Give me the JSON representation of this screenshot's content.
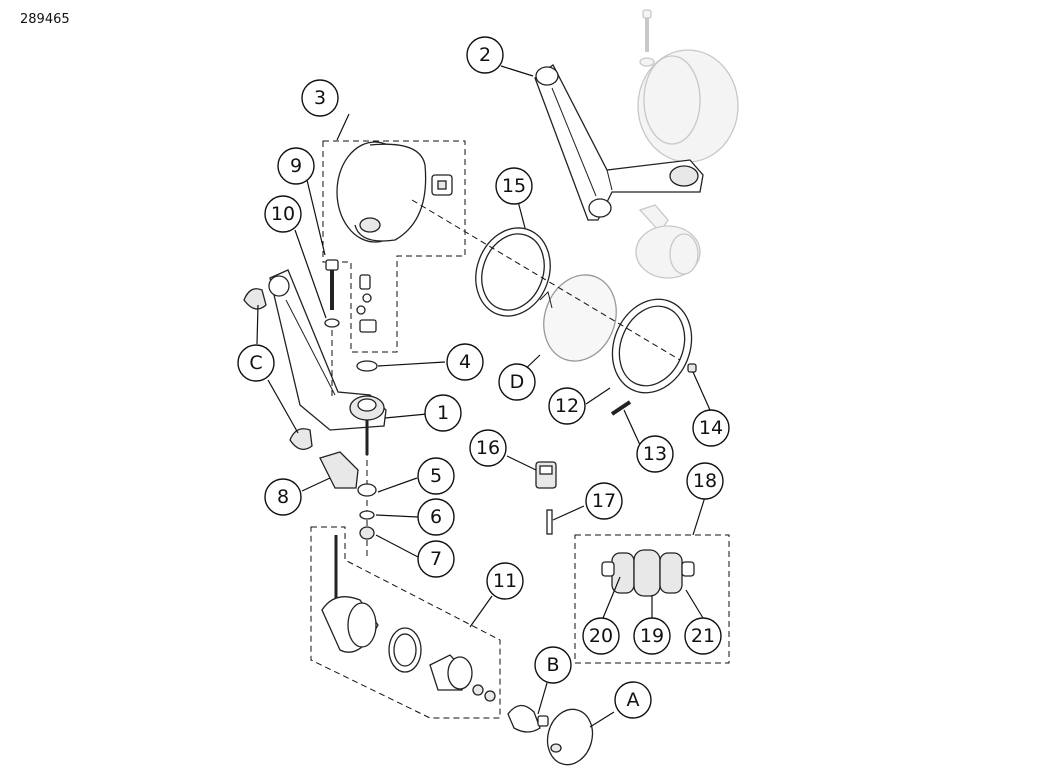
{
  "figure_id": "289465",
  "callouts": [
    {
      "label": "1"
    },
    {
      "label": "2"
    },
    {
      "label": "3"
    },
    {
      "label": "4"
    },
    {
      "label": "5"
    },
    {
      "label": "6"
    },
    {
      "label": "7"
    },
    {
      "label": "8"
    },
    {
      "label": "9"
    },
    {
      "label": "10"
    },
    {
      "label": "11"
    },
    {
      "label": "12"
    },
    {
      "label": "13"
    },
    {
      "label": "14"
    },
    {
      "label": "15"
    },
    {
      "label": "16"
    },
    {
      "label": "17"
    },
    {
      "label": "18"
    },
    {
      "label": "19"
    },
    {
      "label": "20"
    },
    {
      "label": "21"
    },
    {
      "label": "A"
    },
    {
      "label": "B"
    },
    {
      "label": "C"
    },
    {
      "label": "D"
    }
  ]
}
